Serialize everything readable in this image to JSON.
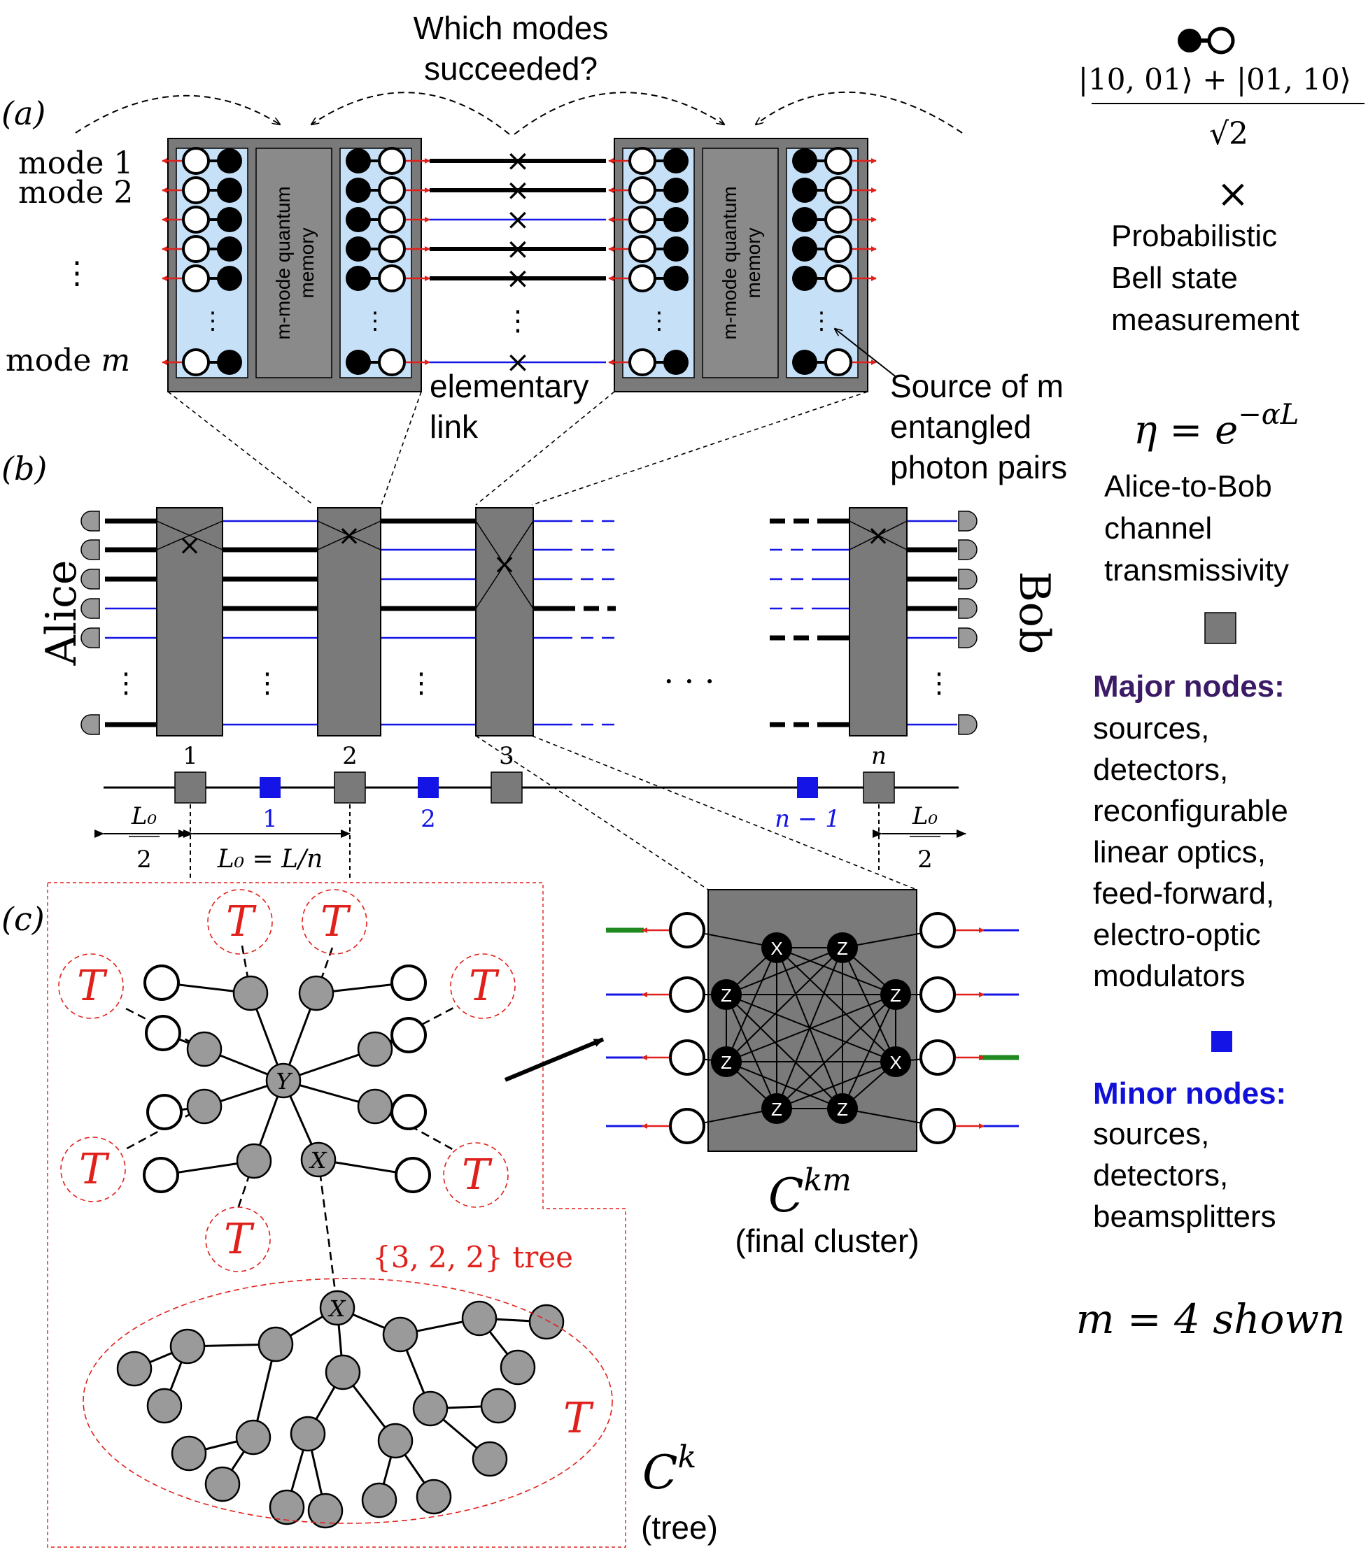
{
  "panel_a": {
    "label": "(a)",
    "question_line1": "Which modes",
    "question_line2": "succeeded?",
    "mode1": "mode 1",
    "mode2": "mode 2",
    "mode_m": "mode m",
    "memory_line1": "m-mode quantum",
    "memory_line2": "memory",
    "elementary_line1": "elementary",
    "elementary_line2": "link",
    "source_line1": "Source of m",
    "source_line2": "entangled",
    "source_line3": "photon pairs"
  },
  "panel_b": {
    "label": "(b)",
    "alice": "Alice",
    "bob": "Bob",
    "major_labels": [
      "1",
      "2",
      "3",
      "n"
    ],
    "minor_labels": [
      "1",
      "2",
      "n − 1"
    ],
    "half_L0_num": "L₀",
    "half_L0_den": "2",
    "L0_eq": "L₀ = L/n"
  },
  "panel_c": {
    "label": "(c)",
    "T": "T",
    "Y": "Y",
    "X": "X",
    "Z": "Z",
    "tree_label": "{3, 2, 2}  tree",
    "ck_main": "C",
    "ck_sup": "k",
    "ck_sub": "(tree)",
    "ckm_main": "C",
    "ckm_sup": "km",
    "ckm_sub": "(final cluster)"
  },
  "legend": {
    "bell_numerator": "|10, 01⟩ + |01, 10⟩",
    "bell_denominator": "√2",
    "cross": "×",
    "bsm_line1": "Probabilistic",
    "bsm_line2": "Bell state",
    "bsm_line3": "measurement",
    "eta_formula": "η = e",
    "eta_exp": "−αL",
    "eta_line1": "Alice-to-Bob",
    "eta_line2": "channel",
    "eta_line3": "transmissivity",
    "major_title": "Major nodes:",
    "major_items": [
      "sources,",
      "detectors,",
      "reconfigurable",
      "linear optics,",
      "feed-forward,",
      "electro-optic",
      "modulators"
    ],
    "minor_title": "Minor nodes:",
    "minor_items": [
      "sources,",
      "detectors,",
      "beamsplitters"
    ],
    "m_shown": "m = 4 shown"
  },
  "colors": {
    "red": "#e0201b",
    "blue": "#1414e6",
    "green": "#1f8a1f",
    "gray": "#7a7a7a",
    "node_gray": "#9a9a9a",
    "light_blue": "#c6e0f7",
    "major_purple": "#3b1a66",
    "minor_blue": "#1010d8"
  }
}
